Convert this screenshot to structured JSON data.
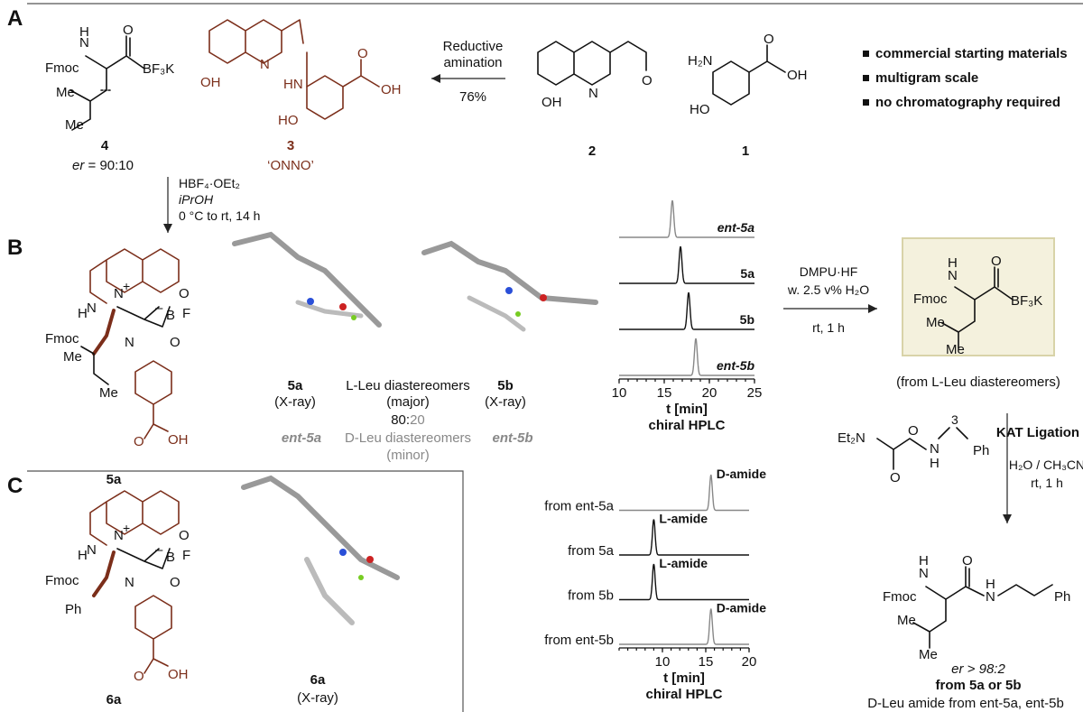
{
  "panels": {
    "a": "A",
    "b": "B",
    "c": "C"
  },
  "panel_a": {
    "reaction_conditions": [
      "Reductive",
      "amination",
      "76%"
    ],
    "bullets": [
      "commercial starting materials",
      "multigram scale",
      "no chromatography required"
    ],
    "compound_4_label": "4",
    "compound_4_er_prefix": "er",
    "compound_4_er_value": " = 90:10",
    "compound_3_label": "3",
    "compound_3_name": "‘ONNO’",
    "compound_2_label": "2",
    "compound_1_label": "1",
    "conditions_down": [
      "HBF₄·OEt₂",
      "iPrOH",
      "0 °C to rt, 14 h"
    ]
  },
  "panel_b": {
    "compound_5a_label": "5a",
    "xray_left_label": "5a",
    "xray_left_sub": "(X-ray)",
    "xray_right_label": "5b",
    "xray_right_sub": "(X-ray)",
    "diastereomer_major": "L-Leu diastereomers",
    "diastereomer_major_sub": "(major)",
    "ratio_major": "80",
    "ratio_sep": ":",
    "ratio_minor": "20",
    "ent_left": "ent-5a",
    "ent_right": "ent-5b",
    "diastereomer_minor": "D-Leu diastereomers",
    "diastereomer_minor_sub": "(minor)",
    "conditions": [
      "DMPU·HF",
      "w. 2.5 v% H₂O",
      "rt, 1 h"
    ],
    "product_note": "(from L-Leu diastereomers)"
  },
  "panel_c": {
    "compound_6a_label": "6a",
    "xray_label": "6a",
    "xray_sub": "(X-ray)",
    "ligation_title": "KAT Ligation",
    "ligation_conditions": [
      "H₂O / CH₃CN",
      "rt, 1 h"
    ],
    "er_result": "er > 98:2",
    "er_from": "from 5a or 5b",
    "d_leu_note": "D-Leu amide from ent-5a, ent-5b"
  },
  "atom_labels": {
    "fmoc": "Fmoc",
    "me": "Me",
    "ph": "Ph",
    "oh": "OH",
    "ho": "HO",
    "n": "N",
    "h": "H",
    "o": "O",
    "f": "F",
    "b": "B",
    "hn": "HN",
    "h2n": "H₂N",
    "bf3k": "BF₃K",
    "et2n": "Et₂N",
    "plus": "+",
    "minus": "–",
    "sub3": "3"
  },
  "chart_data": [
    {
      "type": "line",
      "title": "chiral HPLC",
      "xlabel": "t [min]",
      "xlim": [
        10,
        25
      ],
      "xticks": [
        10,
        15,
        20,
        25
      ],
      "series": [
        {
          "name": "ent-5a",
          "peak_t": 15.9,
          "color": "#888888"
        },
        {
          "name": "5a",
          "peak_t": 16.8,
          "color": "#111111"
        },
        {
          "name": "5b",
          "peak_t": 17.7,
          "color": "#111111"
        },
        {
          "name": "ent-5b",
          "peak_t": 18.5,
          "color": "#888888"
        }
      ]
    },
    {
      "type": "line",
      "title": "chiral HPLC",
      "xlabel": "t [min]",
      "xlim": [
        5,
        20
      ],
      "xticks": [
        10,
        15,
        20
      ],
      "series": [
        {
          "name": "from ent-5a",
          "peak_t": 15.6,
          "peak_label": "D-amide",
          "color": "#888888"
        },
        {
          "name": "from 5a",
          "peak_t": 9.0,
          "peak_label": "L-amide",
          "color": "#111111"
        },
        {
          "name": "from 5b",
          "peak_t": 9.0,
          "peak_label": "L-amide",
          "color": "#111111"
        },
        {
          "name": "from ent-5b",
          "peak_t": 15.6,
          "peak_label": "D-amide",
          "color": "#888888"
        }
      ]
    }
  ]
}
